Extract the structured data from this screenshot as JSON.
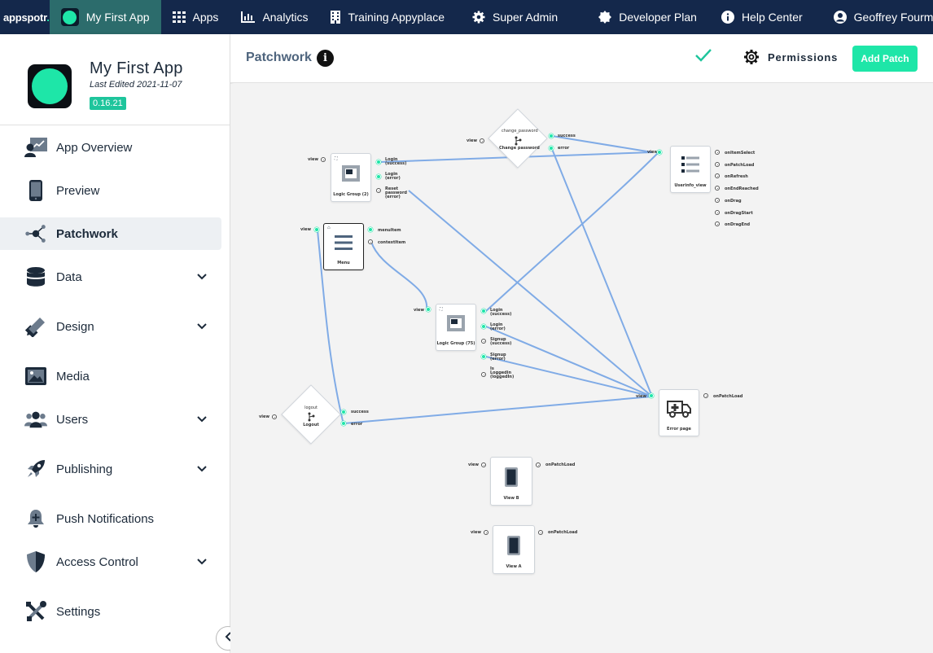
{
  "topnav": {
    "logo": "appspotr",
    "logo_dot": ".",
    "items": [
      {
        "label": "My First App",
        "icon": "app-icon"
      },
      {
        "label": "Apps",
        "icon": "grid-icon"
      },
      {
        "label": "Analytics",
        "icon": "bar-chart-icon"
      },
      {
        "label": "Training Appyplace",
        "icon": "building-icon"
      },
      {
        "label": "Super Admin",
        "icon": "gear-icon"
      },
      {
        "label": "Developer Plan",
        "icon": "badge-icon"
      },
      {
        "label": "Help Center",
        "icon": "info-icon"
      },
      {
        "label": "Geoffrey Fourmyle",
        "icon": "user-icon"
      }
    ]
  },
  "app": {
    "name": "My First App",
    "edited": "Last Edited 2021-11-07",
    "version": "0.16.21"
  },
  "sidebar": {
    "items": [
      {
        "label": "App Overview",
        "icon": "overview-icon"
      },
      {
        "label": "Preview",
        "icon": "phone-icon"
      },
      {
        "label": "Patchwork",
        "icon": "patchwork-icon"
      },
      {
        "label": "Data",
        "icon": "database-icon"
      },
      {
        "label": "Design",
        "icon": "design-icon"
      },
      {
        "label": "Media",
        "icon": "image-icon"
      },
      {
        "label": "Users",
        "icon": "users-icon"
      },
      {
        "label": "Publishing",
        "icon": "rocket-icon"
      },
      {
        "label": "Push Notifications",
        "icon": "bell-icon"
      },
      {
        "label": "Access Control",
        "icon": "shield-icon"
      },
      {
        "label": "Settings",
        "icon": "tools-icon"
      }
    ]
  },
  "header": {
    "title": "Patchwork",
    "info": "i",
    "permissions": "Permissions",
    "add_patch": "Add Patch"
  },
  "canvas": {
    "labels": {
      "view": "view",
      "success": "success",
      "error": "error",
      "login_success": "Login (success)",
      "login_error": "Login (error)",
      "reset_password_error": "Reset password (error)",
      "menuitem": "menuItem",
      "contextitem": "contextItem",
      "signup_success": "Signup (success)",
      "signup_error": "Signup (error)",
      "is_loggedin": "Is Loggedin (loggedIn)",
      "onpatchload": "onPatchLoad",
      "onitemselect": "onItemSelect",
      "onrefresh": "onRefresh",
      "onendreached": "onEndReached",
      "ondrag": "onDrag",
      "ondragstart": "onDragStart",
      "ondragend": "onDragEnd"
    },
    "nodes": {
      "change_password_top": "change_password",
      "change_password": "Change password",
      "logic_group_2": "Logic Group (2)",
      "userinfo_view": "Userinfo_view",
      "menu": "Menu",
      "logic_group_75": "Logic Group (75)",
      "logout_top": "logout",
      "logout": "Logout",
      "error_page": "Error page",
      "view_b": "View B",
      "view_a": "View A"
    }
  },
  "colors": {
    "nav_bg": "#14284b",
    "accent": "#1ee6a8",
    "link": "#7aa8e6",
    "title": "#4e647d"
  }
}
